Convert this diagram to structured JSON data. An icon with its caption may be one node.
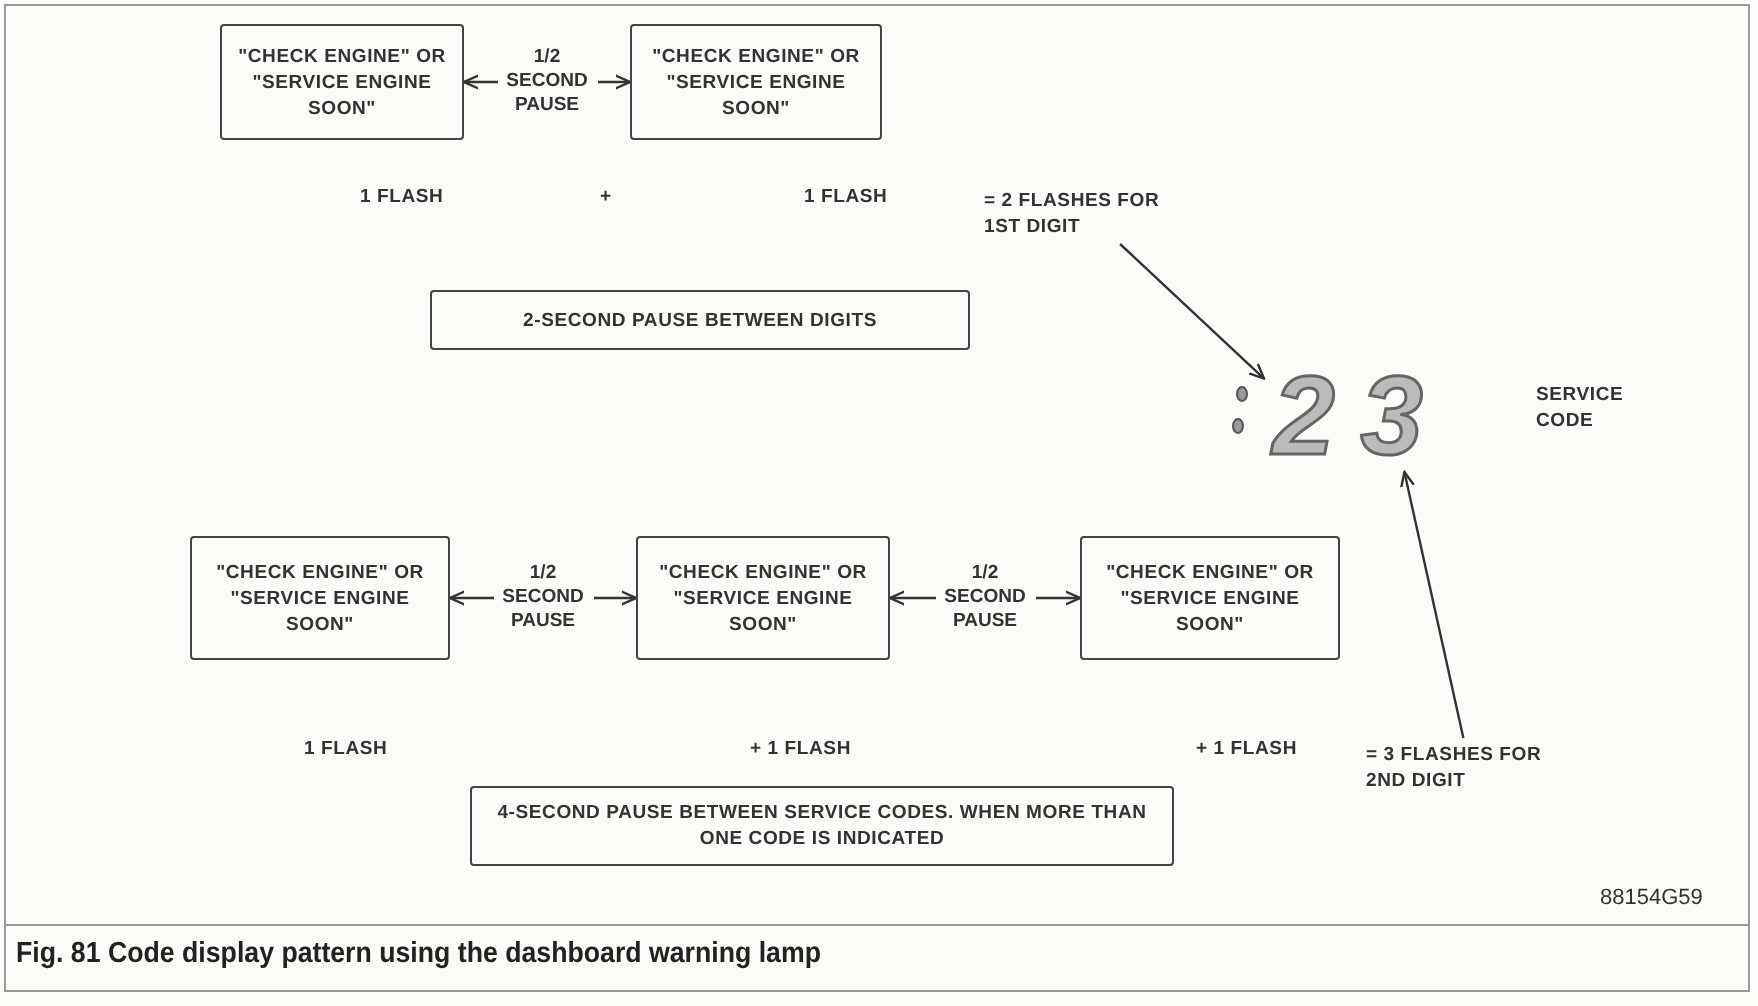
{
  "diagram": {
    "caption": "Fig. 81 Code display pattern using the dashboard warning lamp",
    "nodes": [
      {
        "text": [
          "\"CHECK ENGINE\" OR \"SERVICE ENGINE SOON\""
        ]
      },
      {
        "text": [
          "\"CHECK ENGINE\" OR \"SERVICE ENGINE SOON\""
        ]
      },
      {
        "text": [
          "= 2 FLASHES FOR 1ST DIGIT"
        ]
      },
      {
        "text": [
          "2-SECOND PAUSE BETWEEN DIGITS"
        ]
      },
      {
        "text": [
          "2"
        ]
      },
      {
        "text": [
          "3"
        ]
      },
      {
        "text": [
          "\"CHECK ENGINE\" OR \"SERVICE ENGINE SOON\""
        ]
      },
      {
        "text": [
          "\"CHECK ENGINE\" OR \"SERVICE ENGINE SOON\""
        ]
      },
      {
        "text": [
          "\"CHECK ENGINE\" OR \"SERVICE ENGINE SOON\""
        ]
      },
      {
        "text": [
          "= 3 FLASHES FOR 2ND DIGIT"
        ]
      },
      {
        "text": [
          "4-SECOND PAUSE BETWEEN SERVICE CODES. WHEN MORE THAN ONE CODE IS INDICATED"
        ]
      }
    ],
    "edges": [
      {
        "from": 0,
        "to": 1,
        "arrow": "both",
        "label": "1/2 SECOND PAUSE"
      },
      {
        "from": 2,
        "to": 4,
        "arrow": "to"
      },
      {
        "from": 6,
        "to": 7,
        "arrow": "both",
        "label": "1/2 SECOND PAUSE"
      },
      {
        "from": 7,
        "to": 8,
        "arrow": "both",
        "label": "1/2 SECOND PAUSE"
      },
      {
        "from": 9,
        "to": 5,
        "arrow": "to"
      }
    ],
    "labels": [
      "1 FLASH",
      "+",
      "1 FLASH",
      "SERVICE CODE",
      "1 FLASH",
      "+ 1 FLASH",
      "+ 1 FLASH",
      "88154G59"
    ]
  }
}
